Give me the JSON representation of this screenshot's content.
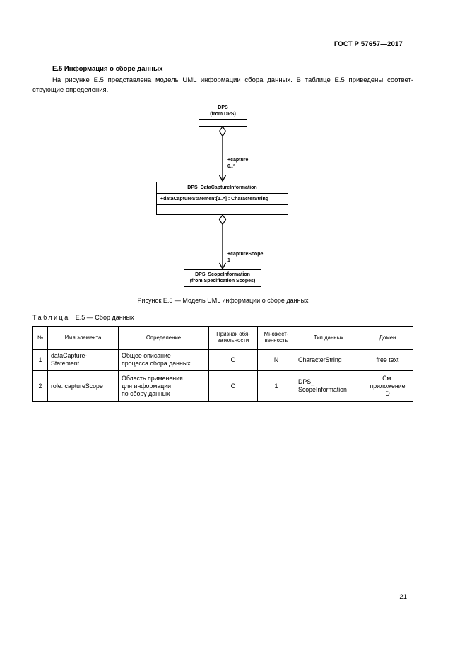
{
  "page": {
    "standard_number": "ГОСТ Р 57657—2017",
    "page_number": "21"
  },
  "section": {
    "heading": "Е.5 Информация о сборе данных",
    "paragraph_line1": "На рисунке Е.5 представлена модель UML информации сбора данных. В таблице Е.5 приведены соответ-",
    "paragraph_line2": "ствующие определения."
  },
  "diagram": {
    "top_class": {
      "name": "DPS",
      "from": "(from DPS)"
    },
    "capture_edge": {
      "role": "+capture",
      "multiplicity": "0..*"
    },
    "middle_class": {
      "name": "DPS_DataCaptureInformation",
      "attribute": "+dataCaptureStatement[1..*] : CharacterString"
    },
    "scope_edge": {
      "role": "+captureScope",
      "multiplicity": "1"
    },
    "bottom_class": {
      "name": "DPS_ScopeInformation",
      "from": "(from Specification Scopes)"
    }
  },
  "figure_caption": "Рисунок Е.5 — Модель UML информации о сборе данных",
  "table": {
    "caption_word": "Таблица",
    "caption_rest": "Е.5 — Сбор данных",
    "headers": [
      "№",
      "Имя элемента",
      "Определение",
      "Признак обя-\nзательности",
      "Множест-\nвенность",
      "Тип данных",
      "Домен"
    ],
    "rows": [
      [
        "1",
        "dataCapture-\nStatement",
        "Общее описание\nпроцесса сбора данных",
        "О",
        "N",
        "CharacterString",
        "free text"
      ],
      [
        "2",
        "role: captureScope",
        "Область применения\nдля информации\nпо сбору данных",
        "О",
        "1",
        "DPS_\nScopeInformation",
        "См.\nприложение\nD"
      ]
    ]
  }
}
